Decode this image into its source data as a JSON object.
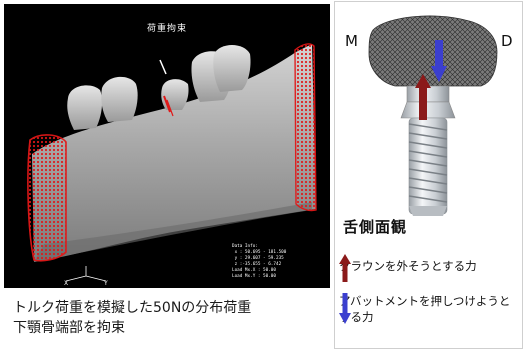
{
  "viewer": {
    "title": "荷重拘束",
    "data_info": "Data Info:\n x : 50.695 - 181.500\n y : 29.607 - 59.235\n z :-35.655 - 6.742\nLoad Mx.X : 50.00\nLoad Mx.Y : 50.00",
    "axis_x": "X",
    "axis_y": "Y"
  },
  "caption": {
    "line1": "トルク荷重を模擬した50Nの分布荷重",
    "line2": "下顎骨端部を拘束"
  },
  "implant_panel": {
    "label_m": "M",
    "label_d": "D",
    "view_title": "舌側面観",
    "legend": [
      {
        "text": "クラウンを外そうとする力",
        "color": "#8b1a1a"
      },
      {
        "text": "アバットメントを押しつけようとする力",
        "color": "#3b3fcf"
      }
    ]
  }
}
